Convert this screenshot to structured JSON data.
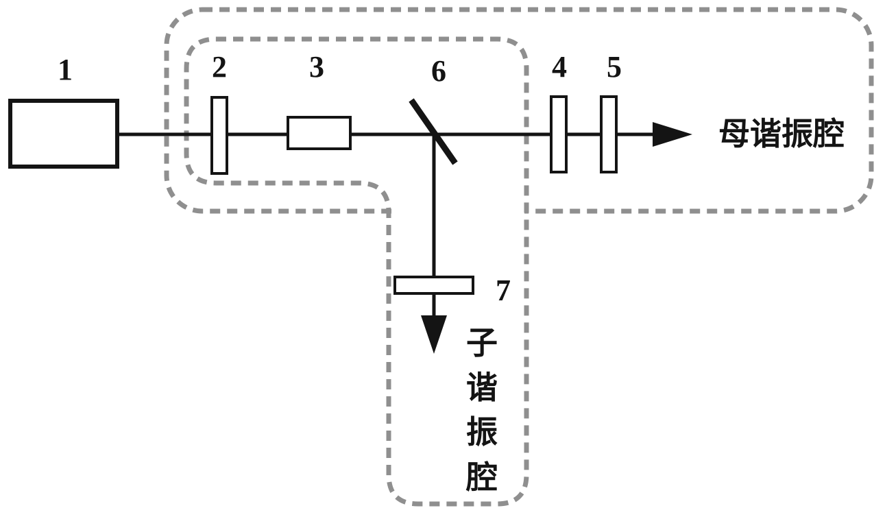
{
  "figure": {
    "type": "optical-schematic",
    "labels": {
      "component_1": "1",
      "component_2": "2",
      "component_3": "3",
      "component_4": "4",
      "component_5": "5",
      "component_6": "6",
      "component_7": "7"
    },
    "mother_cavity": "母谐振腔",
    "child_cavity": "子谐振腔",
    "child_cavity_chars": [
      "子",
      "谐",
      "振",
      "腔"
    ],
    "colors": {
      "solid": "#141414",
      "dashed": "#8f8f8f",
      "background": "#ffffff"
    }
  }
}
